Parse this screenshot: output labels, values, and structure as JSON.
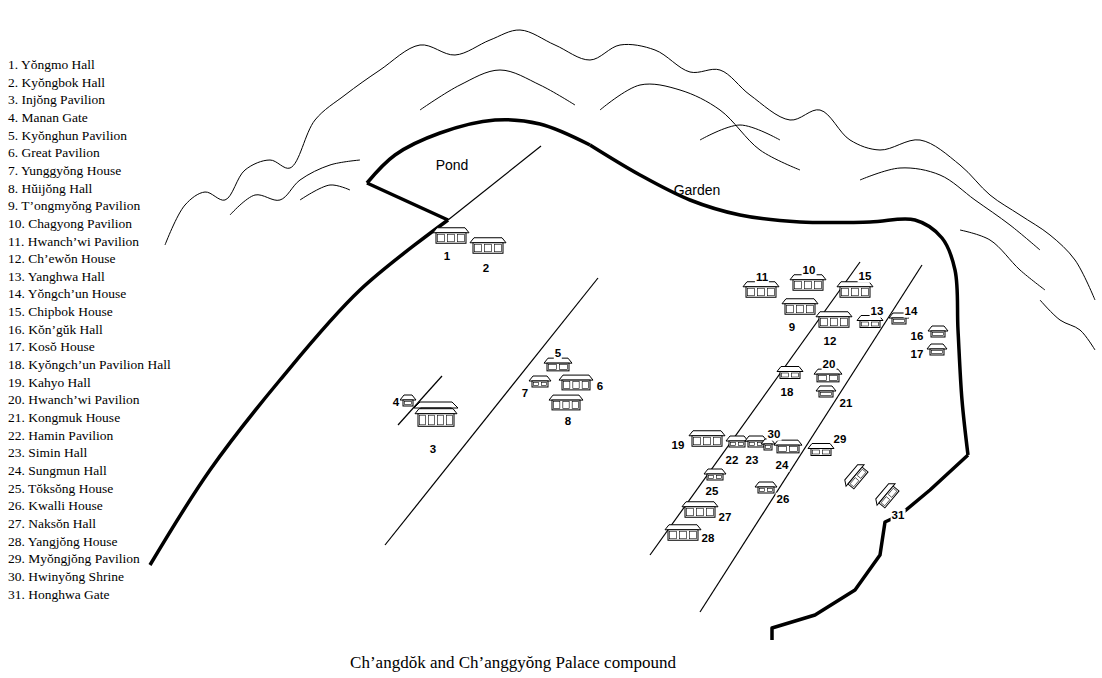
{
  "diagram": {
    "caption": "Ch’angdŏk and Ch’anggyŏng Palace compound",
    "labels": [
      "1. Yŏngmo Hall",
      "2. Kyŏngbok Hall",
      "3. Injŏng Pavilion",
      "4. Manan Gate",
      "5. Kyŏnghun Pavilion",
      "6. Great Pavilion",
      "7. Yunggyŏng House",
      "8. Hŭijŏng Hall",
      "9. T’ongmyŏng Pavilion",
      "10. Chagyong Pavilion",
      "11. Hwanch’wi Pavilion",
      "12. Ch’ewŏn House",
      "13. Yanghwa Hall",
      "14. Yŏngch’un House",
      "15. Chipbok House",
      "16. Kŏn’gŭk Hall",
      "17. Kosŏ House",
      "18. Kyŏngch’un Pavilion Hall",
      "19. Kahyo Hall",
      "20. Hwanch’wi Pavilion",
      "21. Kongmuk House",
      "22. Hamin Pavilion",
      "23. Simin Hall",
      "24. Sungmun Hall",
      "25. Tŏksŏng House",
      "26. Kwalli House",
      "27. Naksŏn Hall",
      "28. Yangjŏng House",
      "29. Myŏngjŏng Pavilion",
      "30. Hwinyŏng Shrine",
      "31. Honghwa Gate",
      "Pond",
      "Garden",
      "1",
      "2",
      "3",
      "4",
      "5",
      "6",
      "7",
      "8",
      "9",
      "10",
      "11",
      "12",
      "13",
      "14",
      "15",
      "16",
      "17",
      "18",
      "19",
      "20",
      "21",
      "22",
      "23",
      "24",
      "25",
      "26",
      "27",
      "28",
      "29",
      "30",
      "31"
    ]
  }
}
